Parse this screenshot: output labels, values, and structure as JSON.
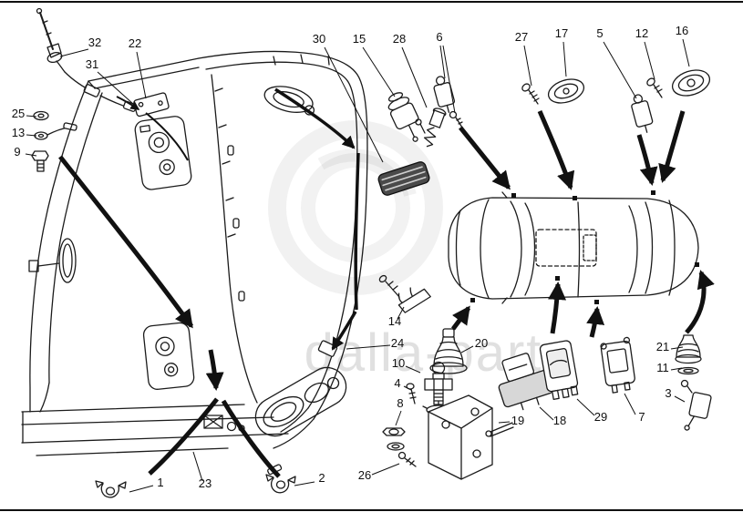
{
  "watermark": {
    "text": "dalla-parts"
  },
  "colors": {
    "background": "#ffffff",
    "line": "#1b1b1b",
    "watermark": "#c9c9c9",
    "plate_shade": "#d7d7d7",
    "grommet_fill": "#4a4a4a"
  },
  "callouts": {
    "n1": "1",
    "n2": "2",
    "n3": "3",
    "n4": "4",
    "n5": "5",
    "n6": "6",
    "n7": "7",
    "n8": "8",
    "n9": "9",
    "n10": "10",
    "n11": "11",
    "n12": "12",
    "n13": "13",
    "n14": "14",
    "n15": "15",
    "n16": "16",
    "n17": "17",
    "n18": "18",
    "n19": "19",
    "n20": "20",
    "n21": "21",
    "n22": "22",
    "n23": "23",
    "n24": "24",
    "n25": "25",
    "n26": "26",
    "n27": "27",
    "n28": "28",
    "n29": "29",
    "n30": "30",
    "n31": "31",
    "n32": "32"
  }
}
